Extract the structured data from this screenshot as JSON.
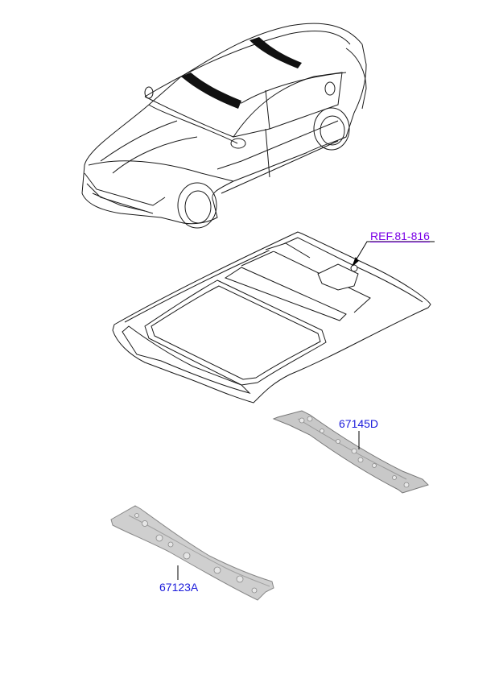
{
  "diagram": {
    "type": "exploded-parts-diagram",
    "subject": "roof panel assembly",
    "colors": {
      "ref_label": "#7a00e6",
      "part_label": "#1a1adb",
      "line_art": "#1a1a1a",
      "part_fill": "#c8c8c8"
    },
    "components": [
      {
        "id": "car",
        "name": "vehicle overview illustration"
      },
      {
        "id": "roof",
        "name": "roof panel"
      },
      {
        "id": "rail-rear",
        "name": "rear roof rail"
      },
      {
        "id": "rail-front",
        "name": "front roof rail"
      }
    ],
    "labels": {
      "ref": "REF.81-816",
      "part_rear_rail": "67145D",
      "part_front_rail": "67123A"
    }
  }
}
